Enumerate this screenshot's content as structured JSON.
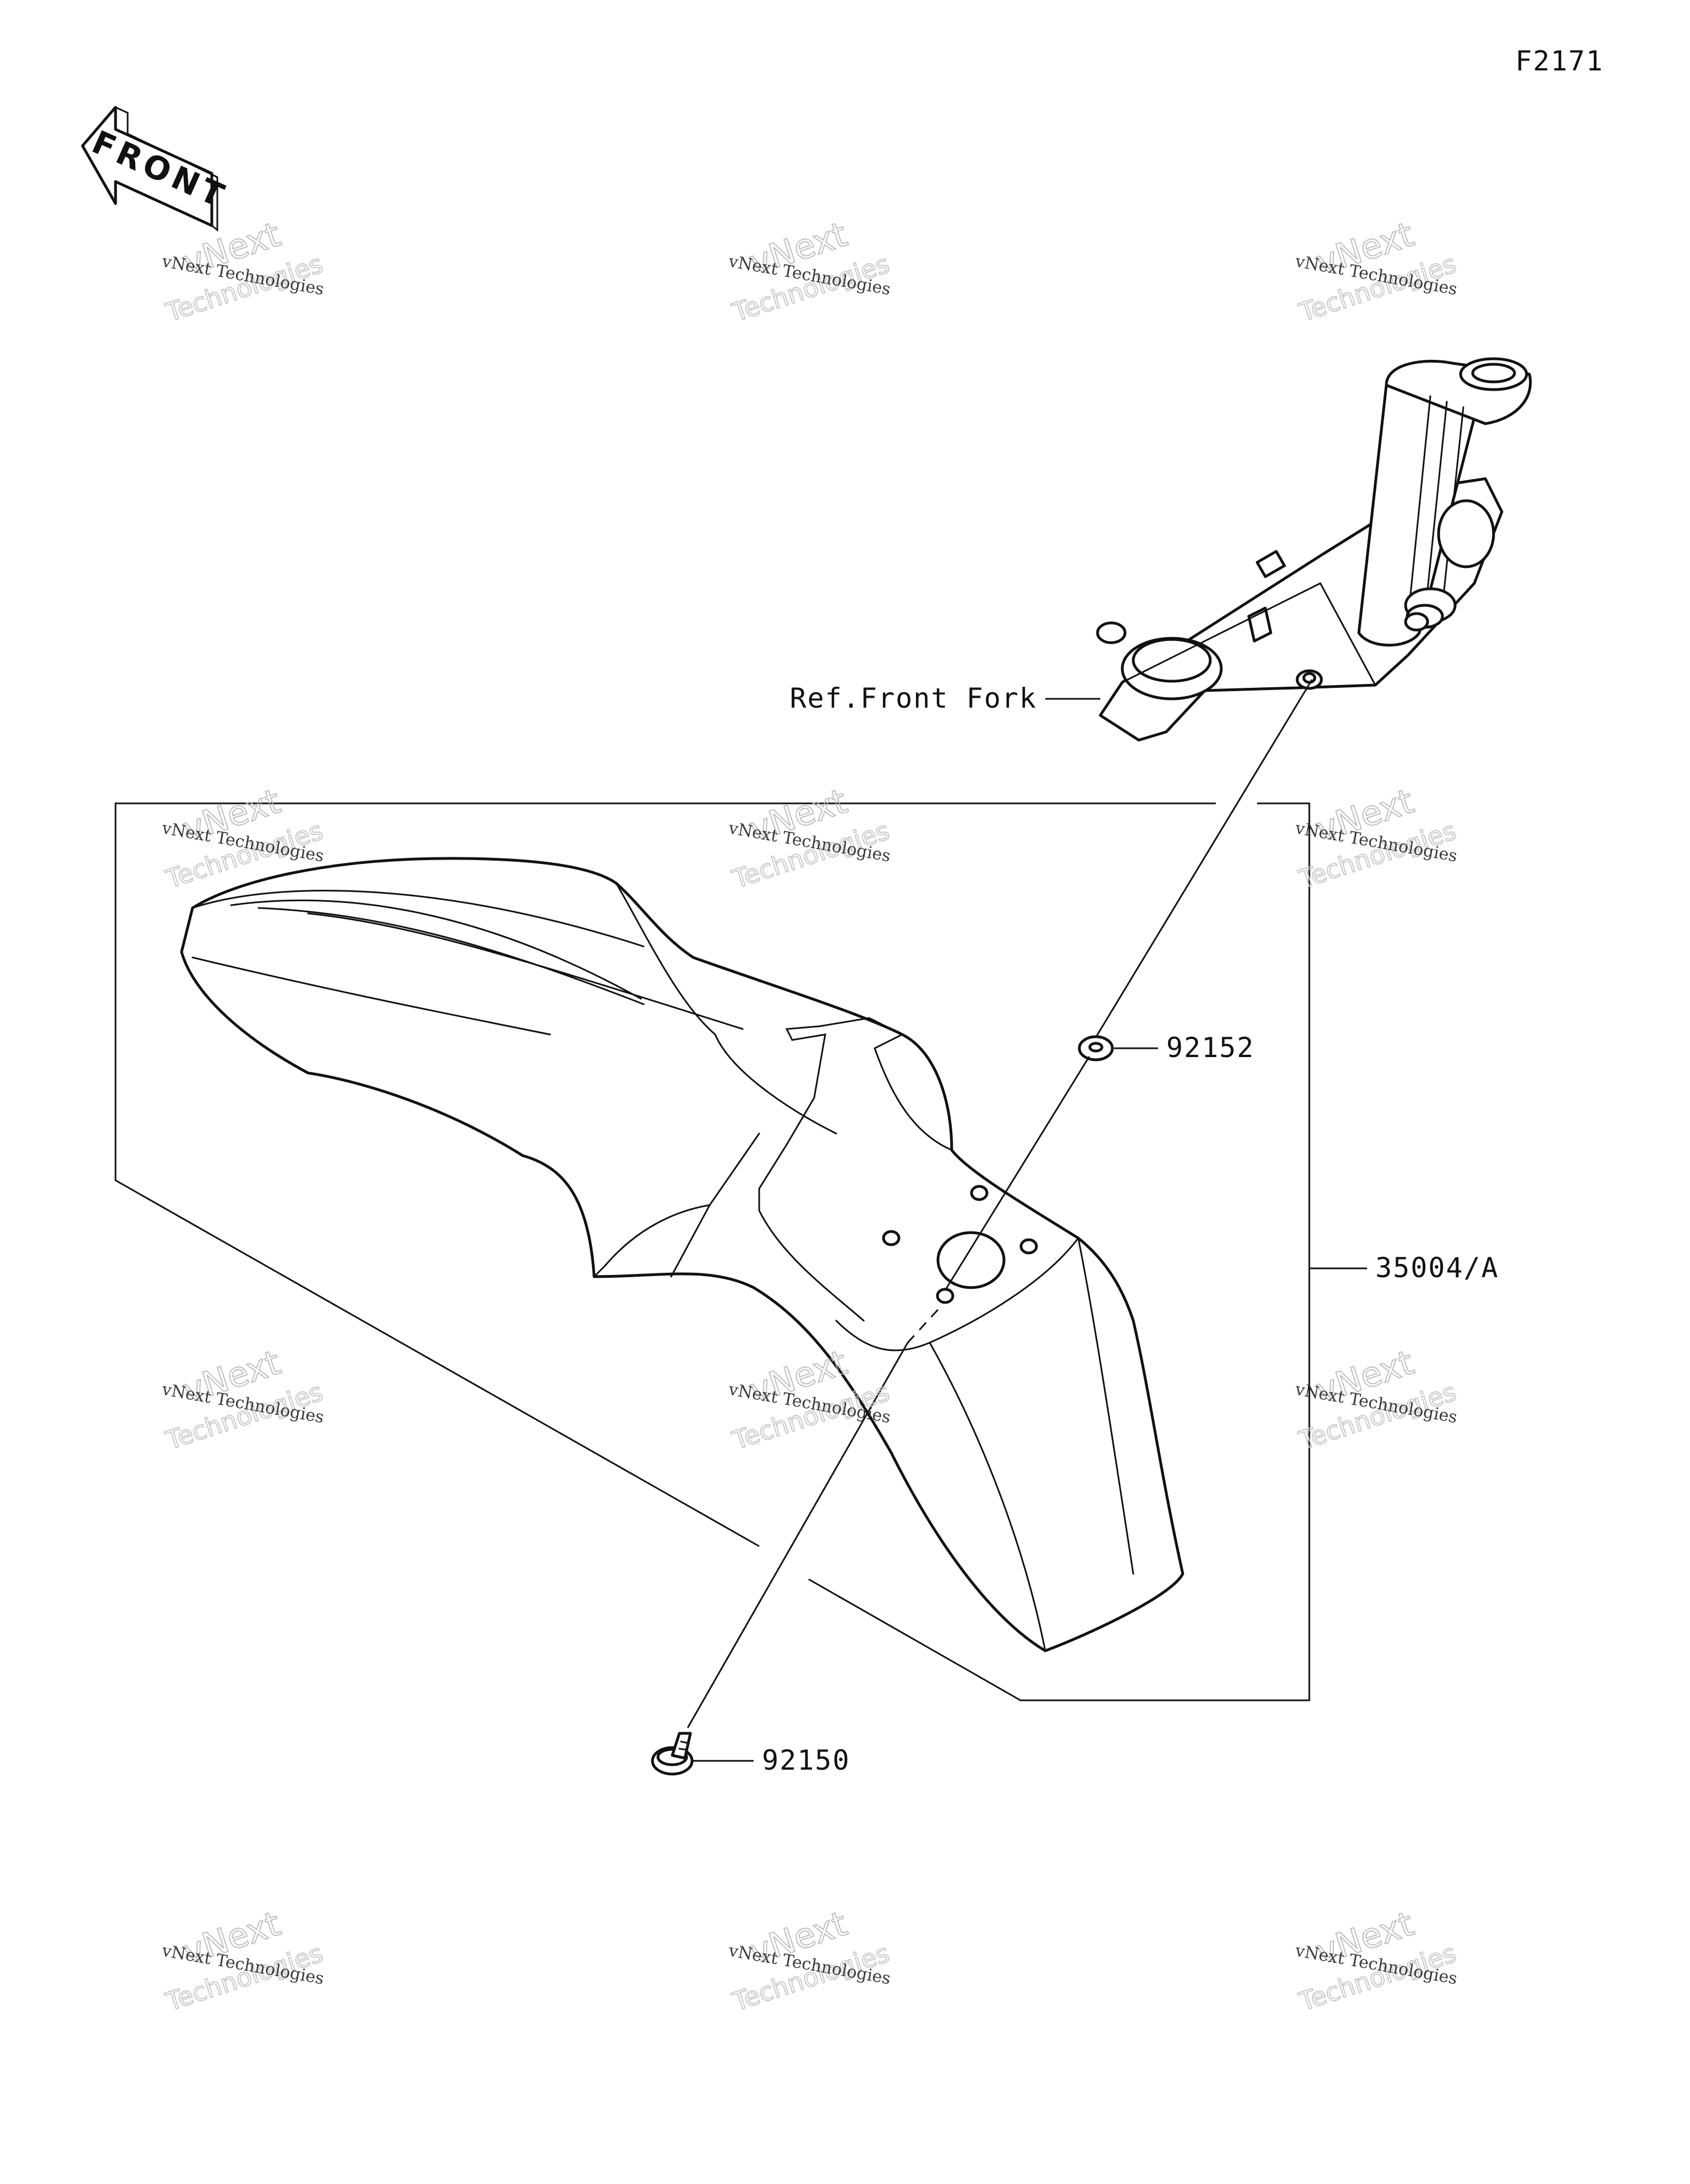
{
  "figure_code": "F2171",
  "front_arrow_label": "FRONT",
  "watermark": {
    "line1": "vNext Technologies",
    "line2": "vNext",
    "line3": "Technologies"
  },
  "callouts": {
    "ref_front_fork": "Ref.Front Fork",
    "washer": "92152",
    "fender_assembly": "35004/A",
    "bolt": "92150"
  }
}
